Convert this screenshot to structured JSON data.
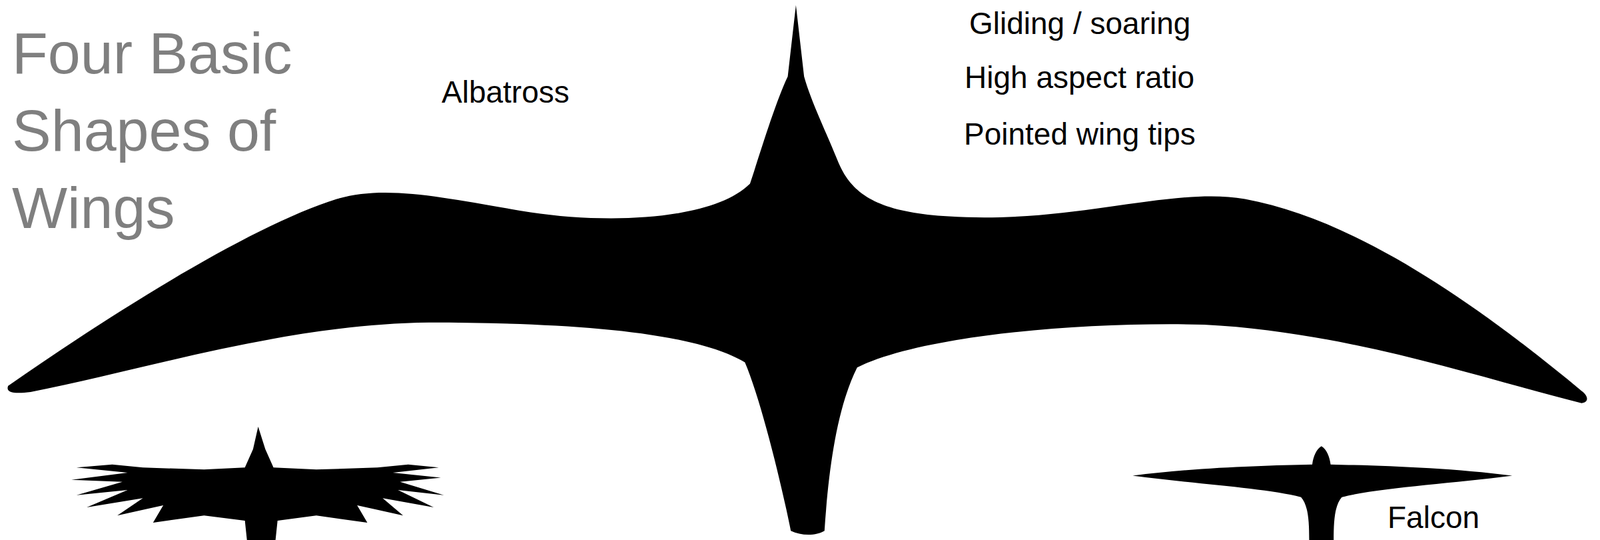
{
  "diagram": {
    "title": "Four Basic Shapes of Wings",
    "labels": [
      "Albatross",
      "Gliding / soaring",
      "High aspect ratio",
      "Pointed wing tips",
      "Falcon"
    ]
  }
}
